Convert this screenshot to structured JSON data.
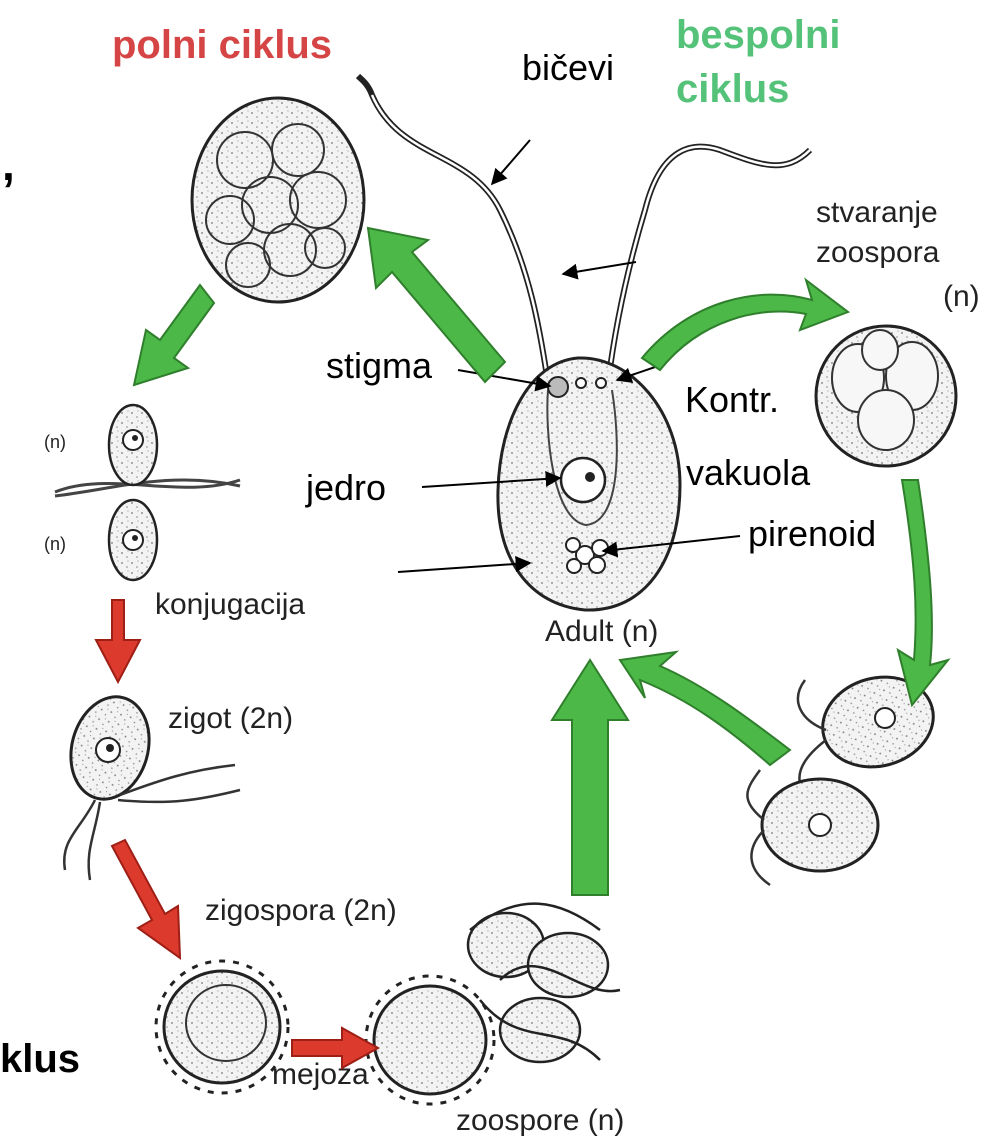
{
  "titles": {
    "sexual_cycle": "polni ciklus",
    "asexual_cycle_line1": "bespolni",
    "asexual_cycle_line2": "ciklus",
    "cut_left_bottom": "klus",
    "cut_left_top": ","
  },
  "labels": {
    "flagella": "bičevi",
    "stigma": "stigma",
    "contractile_line1": "Kontr.",
    "contractile_line2": "vakuola",
    "nucleus": "jedro",
    "pyrenoid": "pirenoid",
    "adult": "Adult (n)",
    "zoospore_formation_line1": "stvaranje",
    "zoospore_formation_line2": "zoospora",
    "zoospore_formation_line3": "(n)",
    "conjugation": "konjugacija",
    "gamete_top_ploidy": "(n)",
    "gamete_bottom_ploidy": "(n)",
    "zygote": "zigot (2n)",
    "zygospore": "zigospora (2n)",
    "meiosis": "mejoza",
    "zoospores": "zoospore (n)"
  },
  "colors": {
    "green_arrow": "#4cb848",
    "green_arrow_edge": "#2f7f2c",
    "red_arrow": "#dd3a2e",
    "red_arrow_edge": "#9e1f16",
    "sexual_title": "#d64545",
    "asexual_title": "#55c27a"
  }
}
